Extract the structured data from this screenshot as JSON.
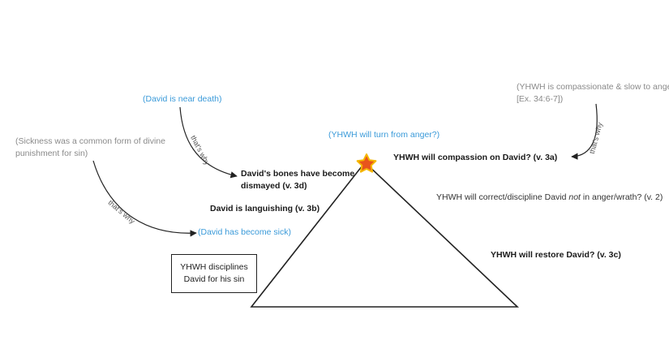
{
  "colors": {
    "blue_text": "#3a9ad9",
    "gray_text": "#8a8a8a",
    "line": "#222222",
    "star_fill": "#e8541c",
    "star_outline": "#f5b700"
  },
  "icons": {
    "star": "star-icon"
  },
  "nodes": {
    "compassionate": "(YHWH is compassionate & slow to anger",
    "compassionate_ref": "[Ex. 34:6-7])",
    "near_death": "(David is near death)",
    "sickness_1": "(Sickness was a common form of divine",
    "sickness_2": "punishment for sin)",
    "turn_from_anger": "(YHWH will turn from anger?)",
    "compassion_david": "YHWH will compassion on David? (v. 3a)",
    "bones_1": "David's bones have become",
    "bones_2": "dismayed (v. 3d)",
    "correct_before": "YHWH will correct/discipline David ",
    "correct_italic": "not",
    "correct_after": " in anger/wrath? (v. 2)",
    "languishing": "David is languishing (v. 3b)",
    "become_sick": "(David has become sick)",
    "restore": "YHWH will restore David? (v. 3c)",
    "box_line1": "YHWH disciplines",
    "box_line2": "David for his sin"
  },
  "edges": {
    "thats_why_1": "that's why",
    "thats_why_2": "that's why",
    "thats_why_3": "that's why"
  }
}
